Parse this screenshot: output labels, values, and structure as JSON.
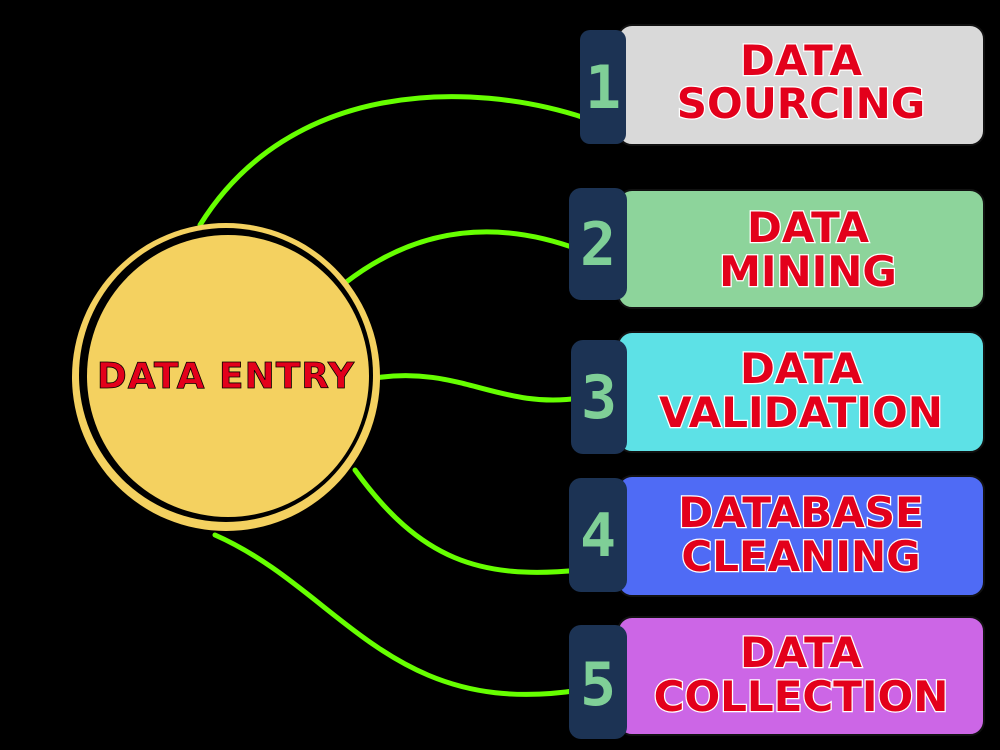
{
  "hub": {
    "label": "DATA ENTRY",
    "fill": "#f4d160",
    "halo": "#f4d160"
  },
  "connector_color": "#66ff00",
  "badge_color": "#1c3354",
  "number_color": "#7fcf97",
  "text_color": "#e3001b",
  "steps": [
    {
      "number": "1",
      "lines": [
        "DATA",
        "SOURCING"
      ],
      "color": "#d9d9d9"
    },
    {
      "number": "2",
      "lines": [
        "DATA",
        "MINING"
      ],
      "color": "#8dd49b"
    },
    {
      "number": "3",
      "lines": [
        "DATA",
        "VALIDATION"
      ],
      "color": "#5de1e6"
    },
    {
      "number": "4",
      "lines": [
        "DATABASE",
        "CLEANING"
      ],
      "color": "#4f6bf5"
    },
    {
      "number": "5",
      "lines": [
        "DATA",
        "COLLECTION"
      ],
      "color": "#cc66e6"
    }
  ]
}
